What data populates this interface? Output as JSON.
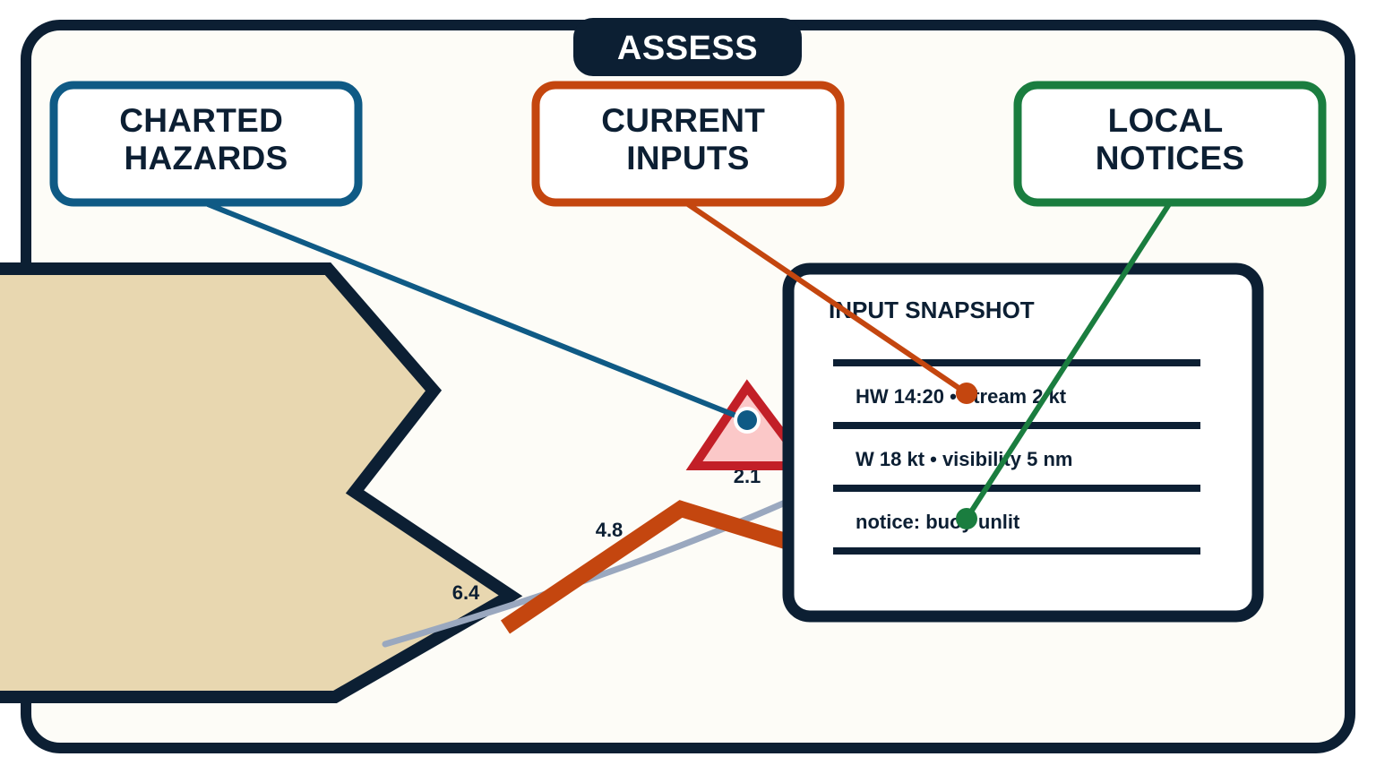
{
  "stage": {
    "title": "ASSESS"
  },
  "categories": [
    {
      "id": "charted",
      "lines": [
        "CHARTED",
        "HAZARDS"
      ],
      "color": "#0f5a85"
    },
    {
      "id": "current",
      "lines": [
        "CURRENT",
        "INPUTS"
      ],
      "color": "#c4460f"
    },
    {
      "id": "notices",
      "lines": [
        "LOCAL",
        "NOTICES"
      ],
      "color": "#1a7d3f"
    }
  ],
  "snapshot": {
    "title": "INPUT SNAPSHOT",
    "rows": [
      "HW 14:20 • stream 2 kt",
      "W 18 kt • visibility 5 nm",
      "notice: buoy unlit"
    ]
  },
  "soundings": [
    "6.4",
    "4.8",
    "2.1"
  ],
  "colors": {
    "ink": "#0c1f33",
    "land": "#e8d7b0",
    "paper": "#fdfcf7",
    "hazard": "#c21f27",
    "hazard_fill": "#fbc8c8",
    "route": "#c4460f",
    "contour": "#9aa8bf"
  }
}
